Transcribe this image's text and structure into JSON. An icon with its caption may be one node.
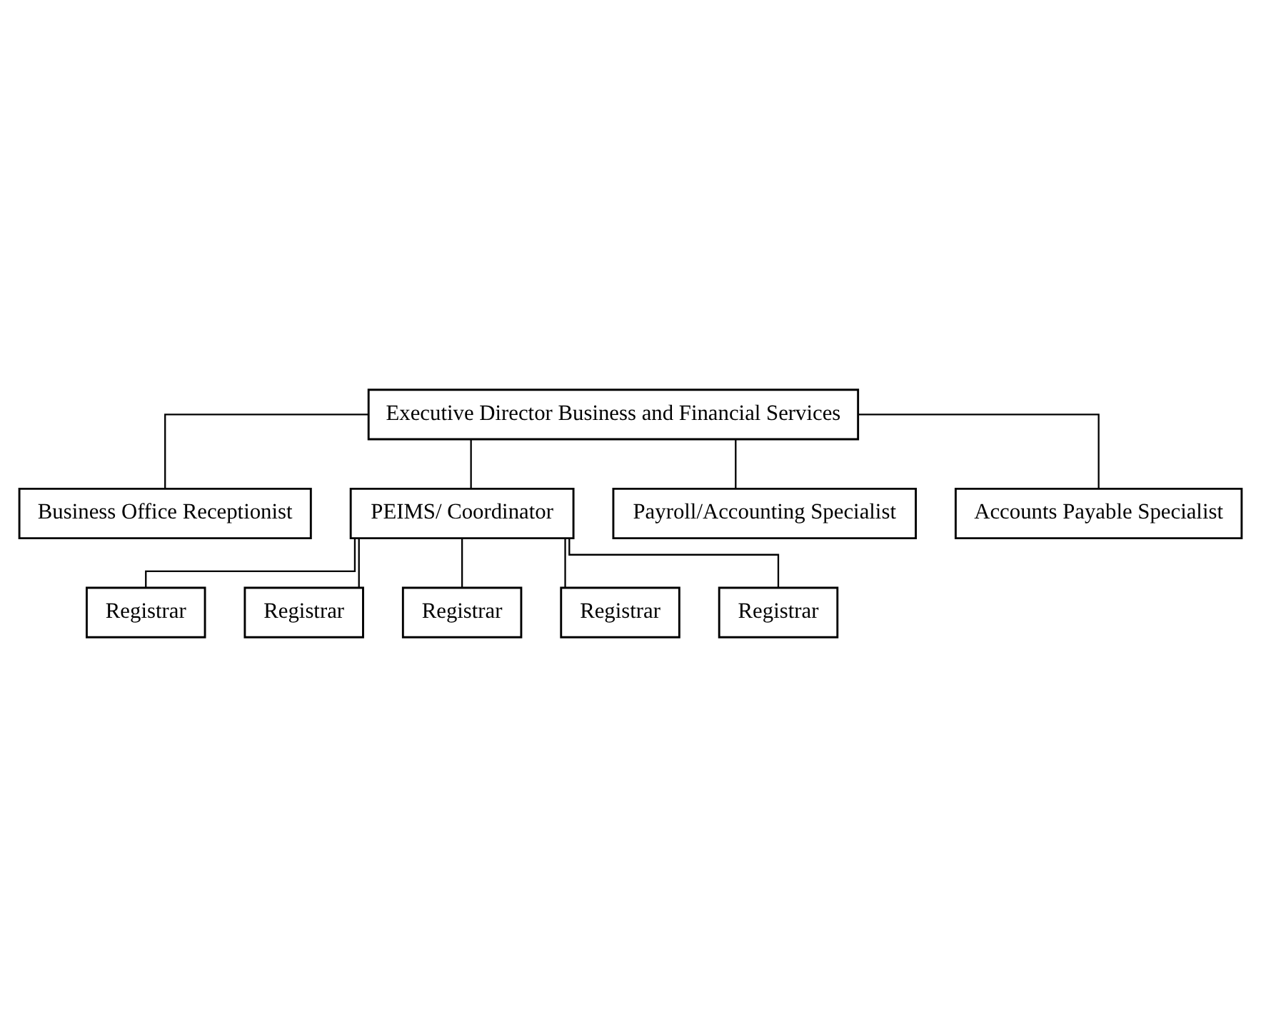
{
  "diagram": {
    "nodes": [
      {
        "text": [
          "Executive Director Business and Financial Services"
        ]
      },
      {
        "text": [
          "Business Office Receptionist"
        ]
      },
      {
        "text": [
          "PEIMS/ Coordinator"
        ]
      },
      {
        "text": [
          "Payroll/Accounting Specialist"
        ]
      },
      {
        "text": [
          "Accounts Payable Specialist"
        ]
      },
      {
        "text": [
          "Registrar"
        ]
      },
      {
        "text": [
          "Registrar"
        ]
      },
      {
        "text": [
          "Registrar"
        ]
      },
      {
        "text": [
          "Registrar"
        ]
      },
      {
        "text": [
          "Registrar"
        ]
      }
    ],
    "edges": [
      {
        "from": 0,
        "to": 1,
        "arrow": "none"
      },
      {
        "from": 0,
        "to": 2,
        "arrow": "none"
      },
      {
        "from": 0,
        "to": 3,
        "arrow": "none"
      },
      {
        "from": 0,
        "to": 4,
        "arrow": "none"
      },
      {
        "from": 2,
        "to": 5,
        "arrow": "none"
      },
      {
        "from": 2,
        "to": 6,
        "arrow": "none"
      },
      {
        "from": 2,
        "to": 7,
        "arrow": "none"
      },
      {
        "from": 2,
        "to": 8,
        "arrow": "none"
      },
      {
        "from": 2,
        "to": 9,
        "arrow": "none"
      }
    ]
  }
}
